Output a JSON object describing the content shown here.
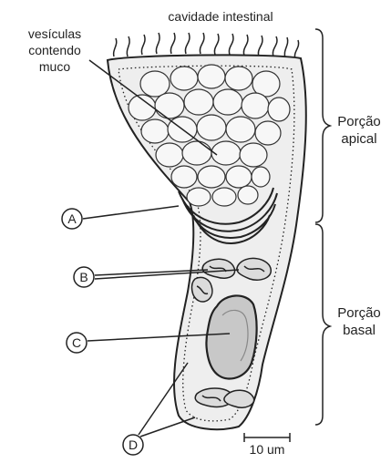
{
  "header": {
    "title": "cavidade intestinal"
  },
  "labels": {
    "vesicles_line1": "vesículas",
    "vesicles_line2": "contendo",
    "vesicles_line3": "muco",
    "apical_line1": "Porção",
    "apical_line2": "apical",
    "basal_line1": "Porção",
    "basal_line2": "basal"
  },
  "markers": {
    "a": "A",
    "b": "B",
    "c": "C",
    "d": "D"
  },
  "scale_bar": {
    "label": "10 um"
  },
  "colors": {
    "line": "#222222",
    "cell_fill": "#eeeeee",
    "vesicle_fill": "#f7f7f7",
    "nucleus_fill": "#c8c8c8"
  }
}
